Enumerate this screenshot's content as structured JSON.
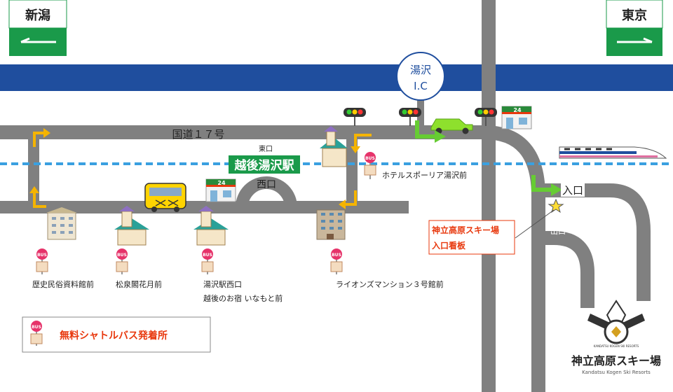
{
  "signs": {
    "left": "新潟",
    "right": "東京"
  },
  "ic": {
    "line1": "湯沢",
    "line2": "I.C"
  },
  "roads": {
    "route17": "国道１７号",
    "entrance": "入口",
    "exit": "出口"
  },
  "station": {
    "name": "越後湯沢駅",
    "east_exit": "東口",
    "west_exit": "西口"
  },
  "stops": [
    {
      "label": "ホテルスポーリア湯沢前"
    },
    {
      "label": "歴史民俗資料館前"
    },
    {
      "label": "松泉閣花月前"
    },
    {
      "label": "湯沢駅西口",
      "sub": "越後のお宿 いなもと前"
    },
    {
      "label": "ライオンズマンション３号館前"
    }
  ],
  "sign_box": {
    "line1": "神立高原スキー場",
    "line2": "入口看板"
  },
  "legend": {
    "label": "無料シャトルバス発着所",
    "badge": "BUS"
  },
  "resort": {
    "name": "神立高原スキー場",
    "sub": "Kandatsu Kogen Ski Resorts",
    "emblem_text": "KANDATSU KOGEN SKI RESORTS"
  },
  "store": {
    "badge": "24"
  },
  "colors": {
    "road": "#808080",
    "highway": "#1f4e9e",
    "sign_green": "#1a9a4a",
    "arrow_green": "#66cc33",
    "arrow_orange": "#f5b400",
    "red_text": "#e8380d",
    "bus_red": "#e6336a",
    "rail": "#3aa0e0"
  }
}
